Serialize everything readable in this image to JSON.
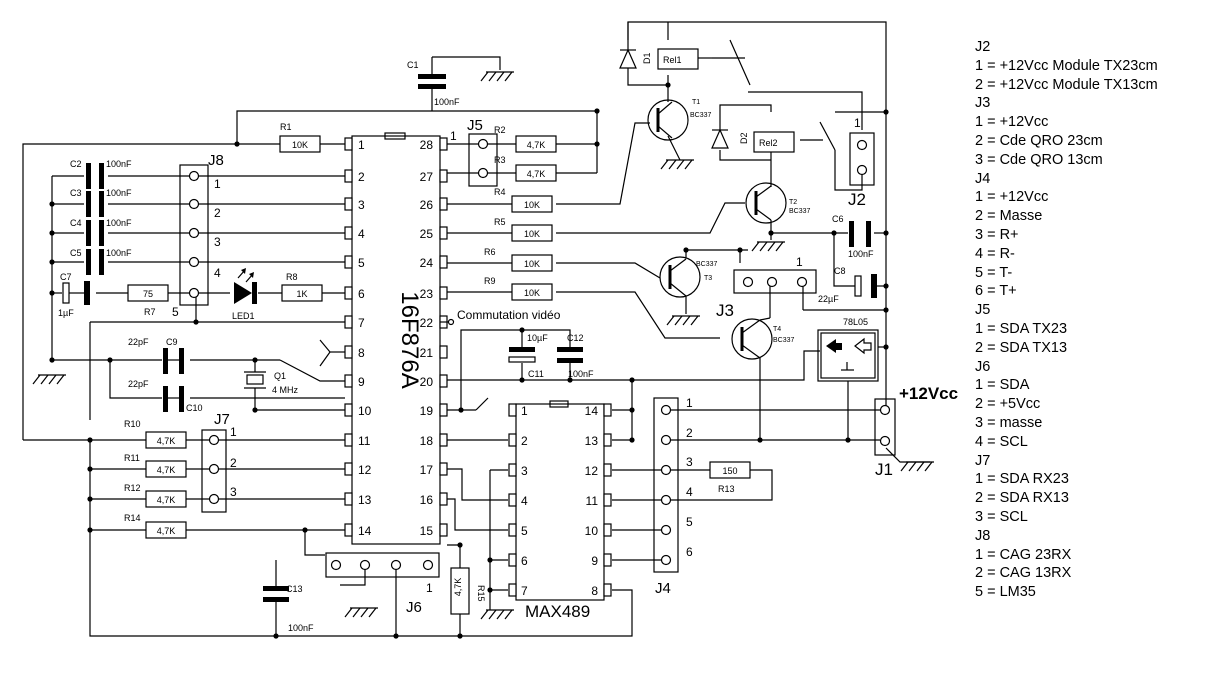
{
  "chip": {
    "pic": "16F876A",
    "max": "MAX489",
    "reg": "78L05"
  },
  "pic_pins_left": [
    "1",
    "2",
    "3",
    "4",
    "5",
    "6",
    "7",
    "8",
    "9",
    "10",
    "11",
    "12",
    "13",
    "14"
  ],
  "pic_pins_right": [
    "28",
    "27",
    "26",
    "25",
    "24",
    "23",
    "22",
    "21",
    "20",
    "19",
    "18",
    "17",
    "16",
    "15"
  ],
  "max_pins_left": [
    "1",
    "2",
    "3",
    "4",
    "5",
    "6",
    "7"
  ],
  "max_pins_right": [
    "14",
    "13",
    "12",
    "11",
    "10",
    "9",
    "8"
  ],
  "resistors": {
    "R1": {
      "name": "R1",
      "value": "10K"
    },
    "R2": {
      "name": "R2",
      "value": "4,7K"
    },
    "R3": {
      "name": "R3",
      "value": "4,7K"
    },
    "R4": {
      "name": "R4",
      "value": "10K"
    },
    "R5": {
      "name": "R5",
      "value": "10K"
    },
    "R6": {
      "name": "R6",
      "value": "10K"
    },
    "R7": {
      "name": "R7",
      "value": "75"
    },
    "R8": {
      "name": "R8",
      "value": "1K"
    },
    "R9": {
      "name": "R9",
      "value": "10K"
    },
    "R10": {
      "name": "R10",
      "value": "4,7K"
    },
    "R11": {
      "name": "R11",
      "value": "4,7K"
    },
    "R12": {
      "name": "R12",
      "value": "4,7K"
    },
    "R13": {
      "name": "R13",
      "value": "150"
    },
    "R14": {
      "name": "R14",
      "value": "4,7K"
    },
    "R15": {
      "name": "R15",
      "value": "4,7K"
    }
  },
  "caps": {
    "C1": {
      "name": "C1",
      "value": "100nF"
    },
    "C2": {
      "name": "C2",
      "value": "100nF"
    },
    "C3": {
      "name": "C3",
      "value": "100nF"
    },
    "C4": {
      "name": "C4",
      "value": "100nF"
    },
    "C5": {
      "name": "C5",
      "value": "100nF"
    },
    "C6": {
      "name": "C6",
      "value": "100nF"
    },
    "C7": {
      "name": "C7",
      "value": "1µF"
    },
    "C8": {
      "name": "C8",
      "value": "22µF"
    },
    "C9": {
      "name": "C9",
      "value": "22pF"
    },
    "C10": {
      "name": "C10",
      "value": "22pF"
    },
    "C11": {
      "name": "C11",
      "value": "10µF"
    },
    "C12": {
      "name": "C12",
      "value": "100nF"
    },
    "C13": {
      "name": "C13",
      "value": "100nF"
    }
  },
  "transistors": {
    "T1": "T1",
    "T2": "T2",
    "T3": "T3",
    "T4": "T4",
    "type": "BC337"
  },
  "diodes": {
    "D1": "D1",
    "D2": "D2",
    "LED1": "LED1"
  },
  "relays": {
    "Rel1": "Rel1",
    "Rel2": "Rel2"
  },
  "crystal": {
    "name": "Q1",
    "freq": "4 MHz"
  },
  "connectors": {
    "J1": "J1",
    "J2": "J2",
    "J3": "J3",
    "J4": "J4",
    "J5": "J5",
    "J6": "J6",
    "J7": "J7",
    "J8": "J8"
  },
  "labels": {
    "video": "Commutation vidéo",
    "vcc": "+12Vcc"
  },
  "pin_numbers": {
    "one": "1",
    "two": "2",
    "three": "3",
    "four": "4",
    "five": "5",
    "six": "6"
  },
  "legend": [
    "J2",
    "1 = +12Vcc Module TX23cm",
    "2 = +12Vcc Module TX13cm",
    "J3",
    "1 = +12Vcc",
    "2 = Cde QRO 23cm",
    "3 = Cde QRO 13cm",
    "J4",
    "1 = +12Vcc",
    "2 = Masse",
    "3 = R+",
    "4 = R-",
    "5 = T-",
    "6 = T+",
    "J5",
    "1 = SDA TX23",
    "2 = SDA TX13",
    "J6",
    "1 = SDA",
    "2 = +5Vcc",
    "3 = masse",
    "4 = SCL",
    "J7",
    "1 = SDA RX23",
    "2 = SDA RX13",
    "3 = SCL",
    "J8",
    "1 = CAG 23RX",
    "2 = CAG 13RX",
    "5 = LM35"
  ]
}
